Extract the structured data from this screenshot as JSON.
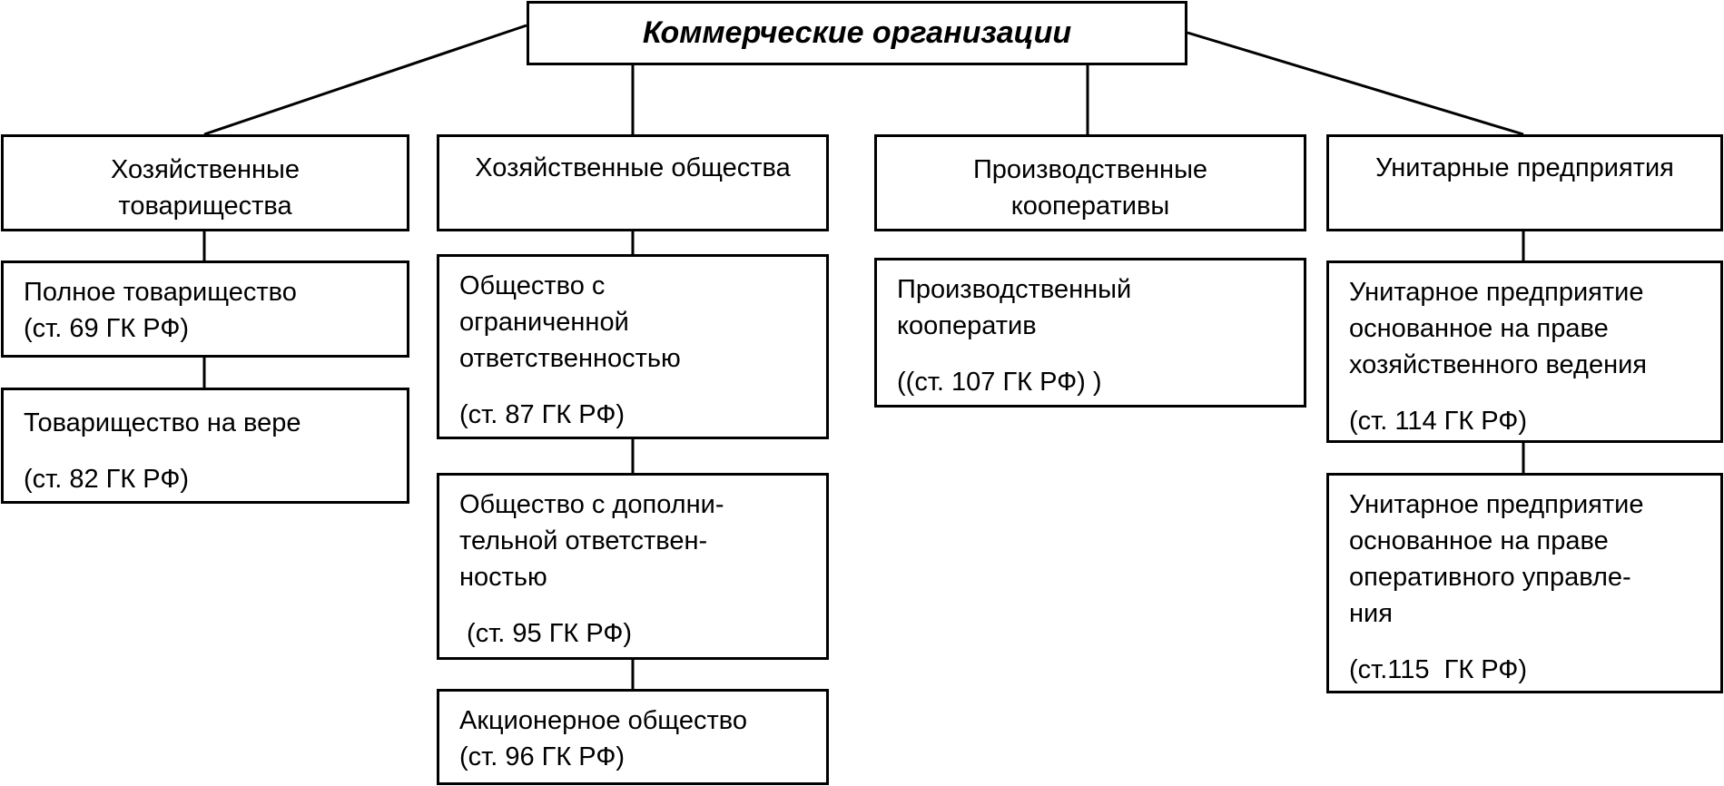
{
  "root": {
    "title": "Коммерческие организации"
  },
  "categories": [
    {
      "key": "partnerships",
      "lines": [
        "Хозяйственные",
        "товарищества"
      ],
      "children": [
        {
          "lines": [
            "Полное товарищество",
            "(ст. 69 ГК РФ)"
          ]
        },
        {
          "lines": [
            "Товарищество на вере",
            "(ст. 82 ГК РФ)"
          ]
        }
      ]
    },
    {
      "key": "societies",
      "lines": [
        "Хозяйственные общества"
      ],
      "children": [
        {
          "lines": [
            "Общество с",
            "ограниченной",
            "ответственностью",
            "(ст. 87 ГК РФ)"
          ]
        },
        {
          "lines": [
            "Общество с дополни-",
            "тельной ответствен-",
            "ностью",
            " (ст. 95 ГК РФ)"
          ]
        },
        {
          "lines": [
            "Акционерное общество",
            "(ст. 96 ГК РФ)"
          ]
        }
      ]
    },
    {
      "key": "coops",
      "lines": [
        "Производственные",
        "кооперативы"
      ],
      "children": [
        {
          "lines": [
            "Производственный",
            "кооператив",
            "((ст. 107 ГК РФ) )"
          ]
        }
      ]
    },
    {
      "key": "unitary",
      "lines": [
        "Унитарные предприятия"
      ],
      "children": [
        {
          "lines": [
            "Унитарное предприятие",
            "основанное на праве",
            "хозяйственного ведения",
            "(ст. 114 ГК РФ)"
          ]
        },
        {
          "lines": [
            "Унитарное предприятие",
            "основанное на праве",
            "оперативного управле-",
            "ния",
            "(ст.115  ГК РФ)"
          ]
        }
      ]
    }
  ]
}
